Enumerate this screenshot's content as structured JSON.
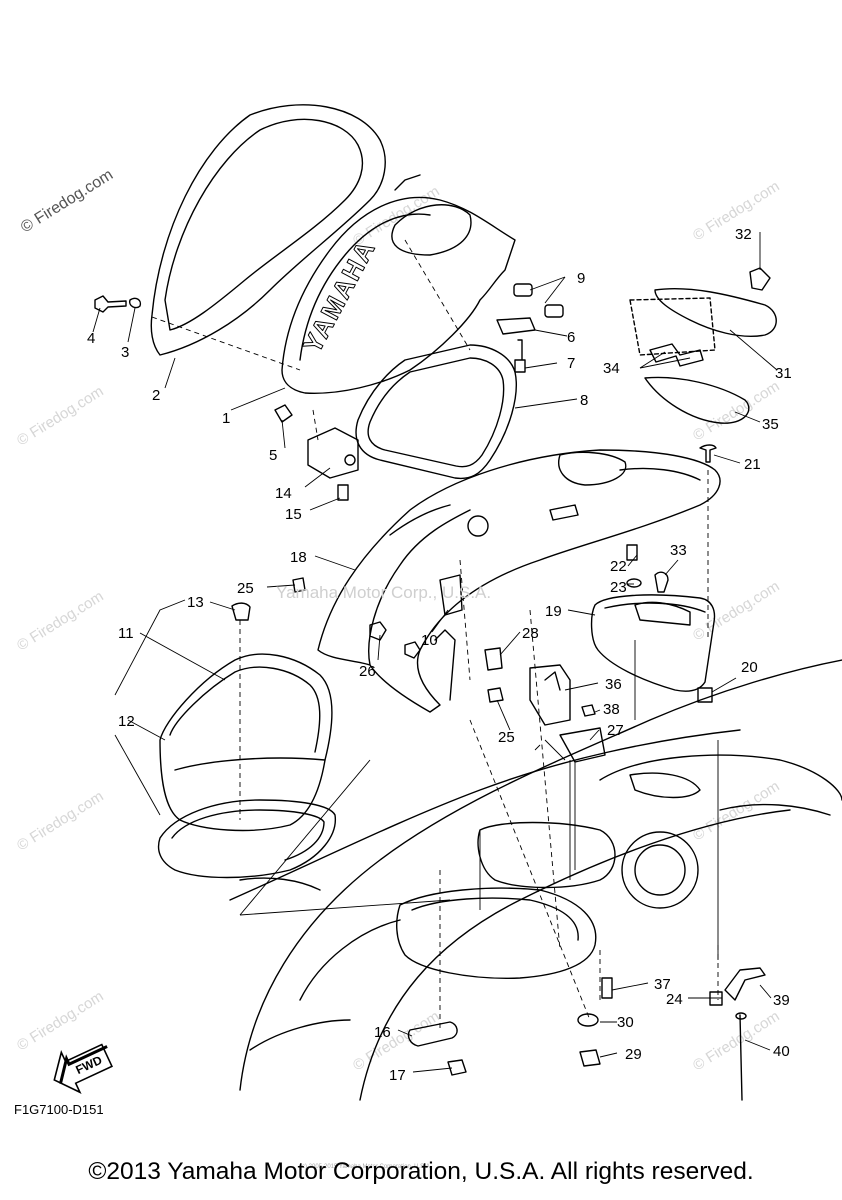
{
  "diagram_code": "F1G7100-D151",
  "copyright_footer": "©2013 Yamaha Motor Corporation, U.S.A. All rights reserved.",
  "center_watermark": "Yamaha Motor Corp., U.S.A.",
  "site_watermark": "© Firedog.com",
  "fwd_label": "FWD",
  "tiny_copyright": "(c) 2005-2015 Yamaha Motor Corporation, U.S.A.",
  "emblem_text": "YAMAHA",
  "callouts": [
    "1",
    "2",
    "3",
    "4",
    "5",
    "6",
    "7",
    "8",
    "9",
    "10",
    "11",
    "12",
    "13",
    "14",
    "15",
    "16",
    "17",
    "18",
    "19",
    "20",
    "21",
    "22",
    "23",
    "24",
    "25",
    "25",
    "26",
    "27",
    "28",
    "29",
    "30",
    "31",
    "32",
    "33",
    "34",
    "35",
    "36",
    "37",
    "38",
    "39",
    "40"
  ]
}
